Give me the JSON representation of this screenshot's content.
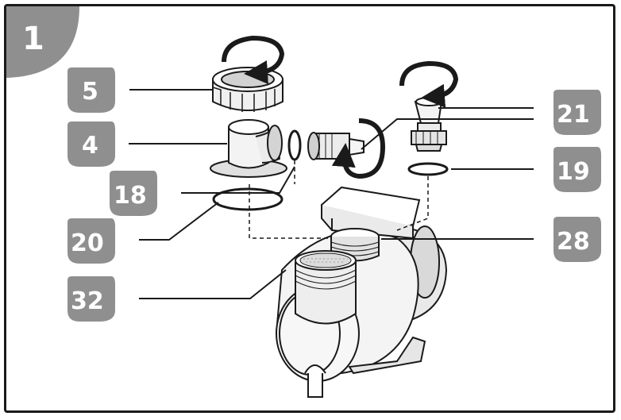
{
  "step": {
    "number": "1"
  },
  "callouts": {
    "c5": "5",
    "c4": "4",
    "c18": "18",
    "c20": "20",
    "c32": "32",
    "c21": "21",
    "c19": "19",
    "c28": "28"
  },
  "colors": {
    "badge": "#8f8f8f",
    "step_tab": "#8f8f8f",
    "line": "#1a1a1a",
    "part_fill": "#f2f2f2",
    "part_shade": "#d6d6d6"
  }
}
